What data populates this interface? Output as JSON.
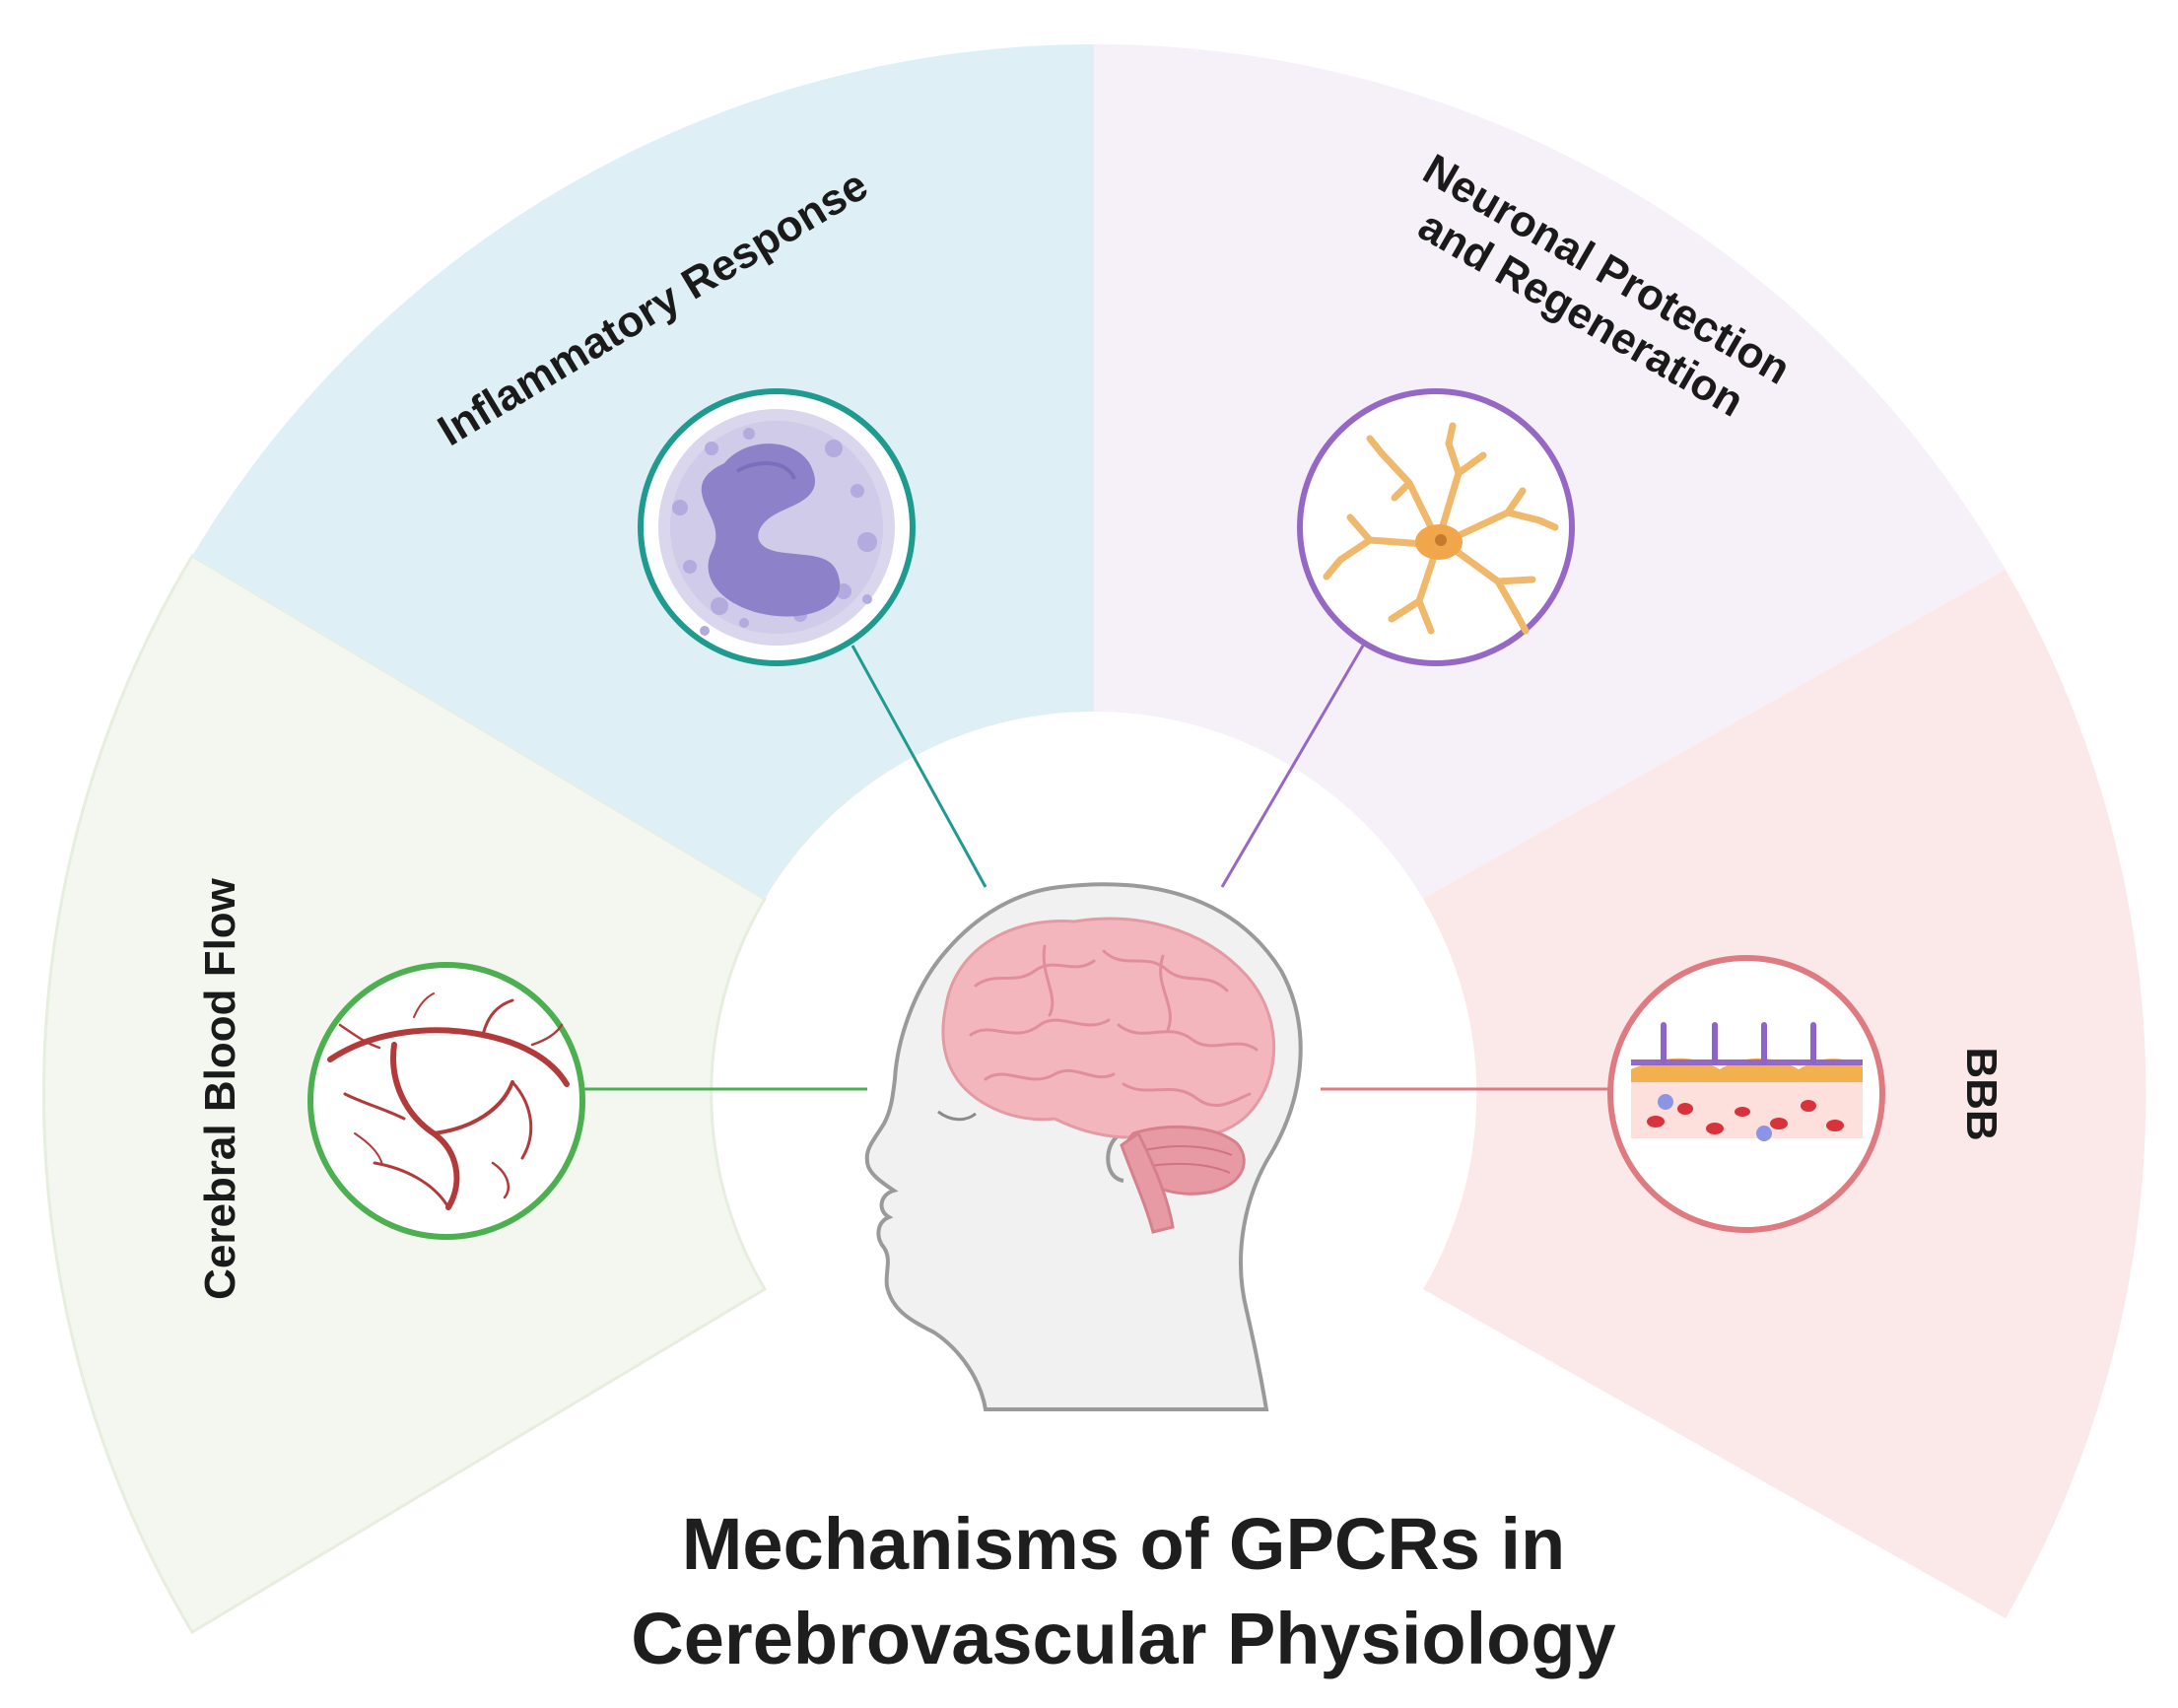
{
  "title": {
    "line1": "Mechanisms of GPCRs in",
    "line2": "Cerebrovascular Physiology"
  },
  "sectors": {
    "cerebral_blood_flow": {
      "label": "Cerebral Blood Flow",
      "fill": "#f3f7ef",
      "accent": "#4caf50"
    },
    "inflammatory_response": {
      "label": "Inflammatory Response",
      "fill": "#def0f5",
      "accent": "#1f9a8f"
    },
    "neuronal_protection": {
      "label_line1": "Neuronal Protection",
      "label_line2": "and Regeneration",
      "fill": "#f6f0f9",
      "accent": "#9668c6"
    },
    "bbb": {
      "label": "BBB",
      "fill": "#fbe8e8",
      "accent": "#df7b80"
    }
  },
  "icons": {
    "center": "human-head-brain-icon",
    "cerebral_blood_flow": "blood-vessel-network-icon",
    "inflammatory_response": "neutrophil-cell-icon",
    "neuronal_protection": "neuron-cell-icon",
    "bbb": "blood-brain-barrier-icon"
  }
}
